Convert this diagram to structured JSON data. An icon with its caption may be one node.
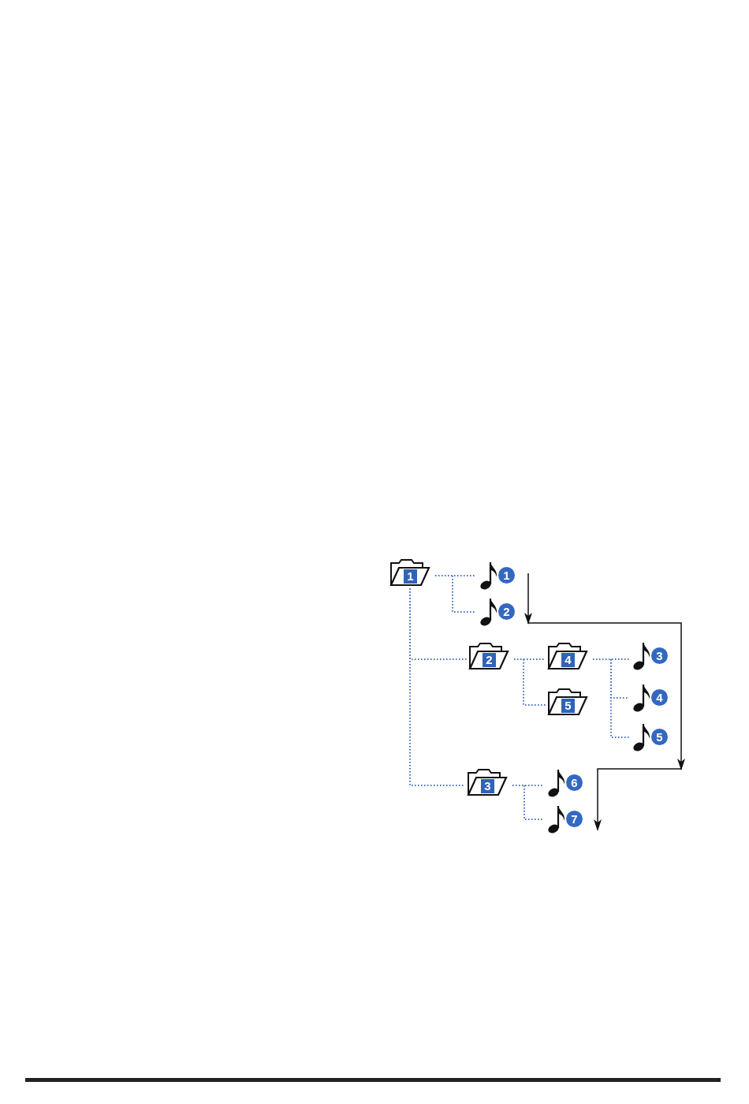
{
  "diagram": {
    "nodes": [
      {
        "text": [
          "1"
        ]
      },
      {
        "text": [
          "1"
        ]
      },
      {
        "text": [
          "2"
        ]
      },
      {
        "text": [
          "2"
        ]
      },
      {
        "text": [
          "4"
        ]
      },
      {
        "text": [
          "3"
        ]
      },
      {
        "text": [
          "4"
        ]
      },
      {
        "text": [
          "5"
        ]
      },
      {
        "text": [
          "5"
        ]
      },
      {
        "text": [
          "3"
        ]
      },
      {
        "text": [
          "6"
        ]
      },
      {
        "text": [
          "7"
        ]
      }
    ],
    "edges": [
      {
        "from": 0,
        "to": 1,
        "arrow": "none"
      },
      {
        "from": 0,
        "to": 2,
        "arrow": "none"
      },
      {
        "from": 0,
        "to": 3,
        "arrow": "none"
      },
      {
        "from": 0,
        "to": 9,
        "arrow": "none"
      },
      {
        "from": 3,
        "to": 4,
        "arrow": "none"
      },
      {
        "from": 3,
        "to": 7,
        "arrow": "none"
      },
      {
        "from": 4,
        "to": 5,
        "arrow": "none"
      },
      {
        "from": 4,
        "to": 6,
        "arrow": "none"
      },
      {
        "from": 4,
        "to": 8,
        "arrow": "none"
      },
      {
        "from": 9,
        "to": 10,
        "arrow": "none"
      },
      {
        "from": 9,
        "to": 11,
        "arrow": "none"
      }
    ]
  }
}
